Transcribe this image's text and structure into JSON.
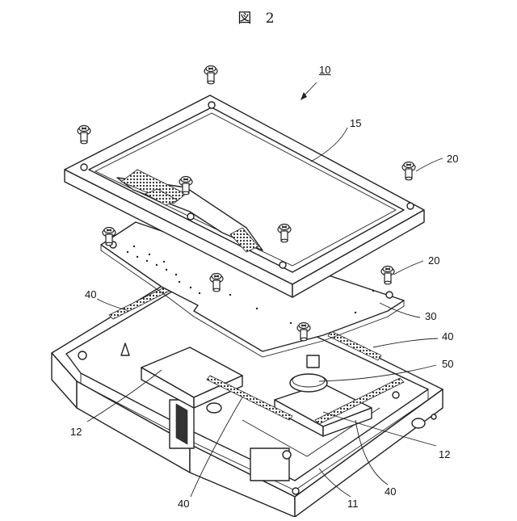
{
  "figure": {
    "title": "図 2"
  },
  "labels": {
    "assembly": "10",
    "cover": "15",
    "screw_right": "20",
    "screw_mid": "20",
    "board": "30",
    "connector_left": "40",
    "connector_right": "40",
    "connector_bottom_left": "40",
    "connector_bottom_right": "40",
    "battery": "50",
    "component_left": "12",
    "component_right": "12",
    "case": "11"
  }
}
